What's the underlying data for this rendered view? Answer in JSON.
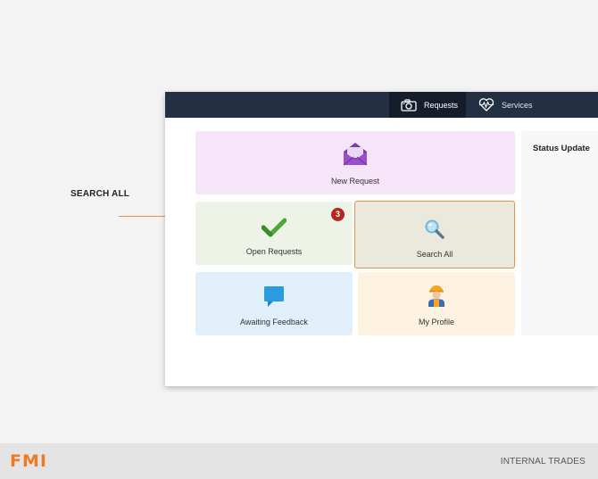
{
  "callout": {
    "label": "SEARCH ALL",
    "step_number": "3",
    "accent_color": "#e8904a",
    "badge_color": "#b5281f"
  },
  "topbar": {
    "tabs": [
      {
        "label": "Requests",
        "icon": "camera-icon",
        "active": true
      },
      {
        "label": "Services",
        "icon": "heartbeat-icon",
        "active": false
      }
    ],
    "background_color": "#232f43"
  },
  "tiles": {
    "new_request": {
      "label": "New Request",
      "icon": "envelope-icon",
      "color": "#f6e4f8"
    },
    "open_requests": {
      "label": "Open Requests",
      "icon": "checkmark-icon",
      "color": "#edf3e7"
    },
    "search_all": {
      "label": "Search All",
      "icon": "magnifier-icon",
      "color": "#eae9dc"
    },
    "awaiting_feedback": {
      "label": "Awaiting Feedback",
      "icon": "speech-bubble-icon",
      "color": "#e1effb"
    },
    "my_profile": {
      "label": "My Profile",
      "icon": "worker-avatar-icon",
      "color": "#fdf2e0"
    }
  },
  "status_panel": {
    "title": "Status Update"
  },
  "footer": {
    "logo": "FMI",
    "text": "INTERNAL TRADES",
    "logo_color": "#f07a22"
  }
}
